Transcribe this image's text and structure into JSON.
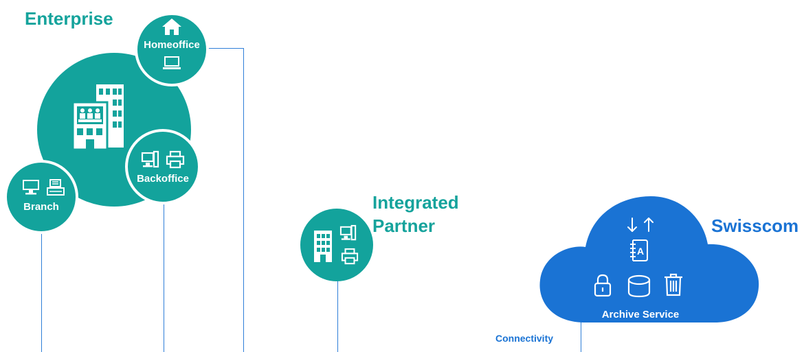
{
  "enterprise": {
    "title": "Enterprise",
    "nodes": {
      "homeoffice": "Homeoffice",
      "backoffice": "Backoffice",
      "branch": "Branch"
    }
  },
  "partner": {
    "title_line1": "Integrated",
    "title_line2": "Partner"
  },
  "swisscom": {
    "title": "Swisscom",
    "service_label": "Archive Service",
    "connectivity_label": "Connectivity"
  },
  "colors": {
    "teal": "#13a39c",
    "blue": "#1a73d4",
    "line": "#2f7fd8"
  },
  "icons": [
    "house-icon",
    "laptop-icon",
    "office-building-icon",
    "desktop-computer-icon",
    "printer-icon",
    "monitor-icon",
    "cash-register-icon",
    "transfer-arrows-icon",
    "address-book-icon",
    "lock-icon",
    "database-icon",
    "trash-icon"
  ]
}
